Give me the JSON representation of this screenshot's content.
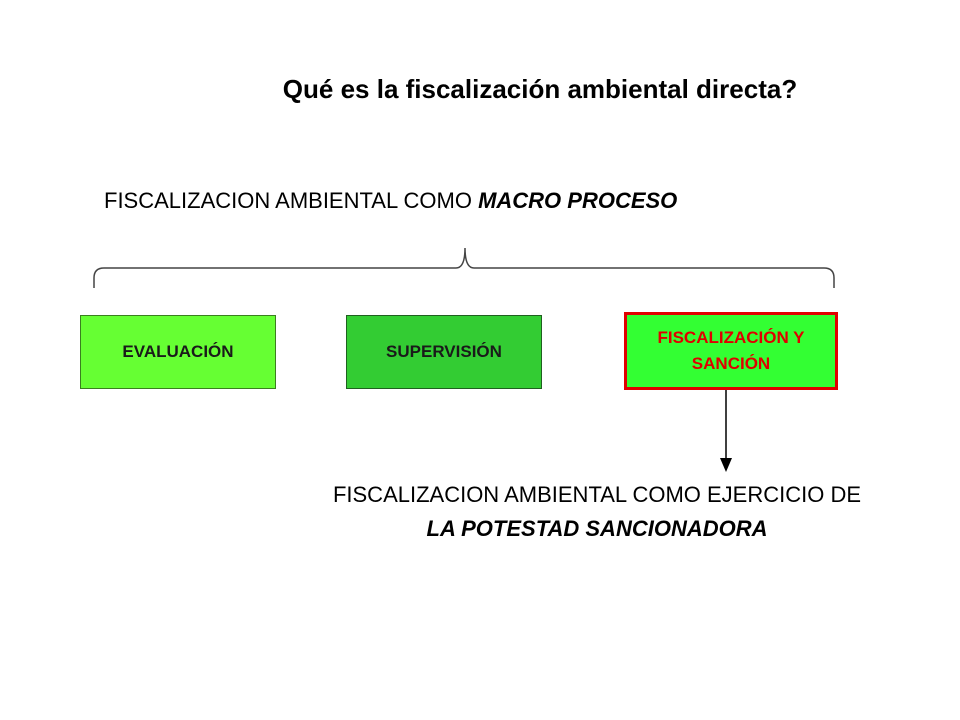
{
  "title": "Qué es la fiscalización ambiental directa?",
  "macro": {
    "prefix": "FISCALIZACION AMBIENTAL COMO ",
    "emphasis": "MACRO PROCESO"
  },
  "boxes": {
    "evaluacion": "EVALUACIÓN",
    "supervision": "SUPERVISIÓN",
    "fiscalizacion": "FISCALIZACIÓN Y SANCIÓN"
  },
  "potestad": {
    "line1": "FISCALIZACION AMBIENTAL COMO EJERCICIO DE",
    "line2": "LA POTESTAD SANCIONADORA"
  },
  "colors": {
    "evaluacion_fill": "#66ff33",
    "supervision_fill": "#33cc33",
    "fiscalizacion_fill": "#33ff33",
    "fiscalizacion_border": "#e00000",
    "fiscalizacion_text": "#e00000"
  }
}
